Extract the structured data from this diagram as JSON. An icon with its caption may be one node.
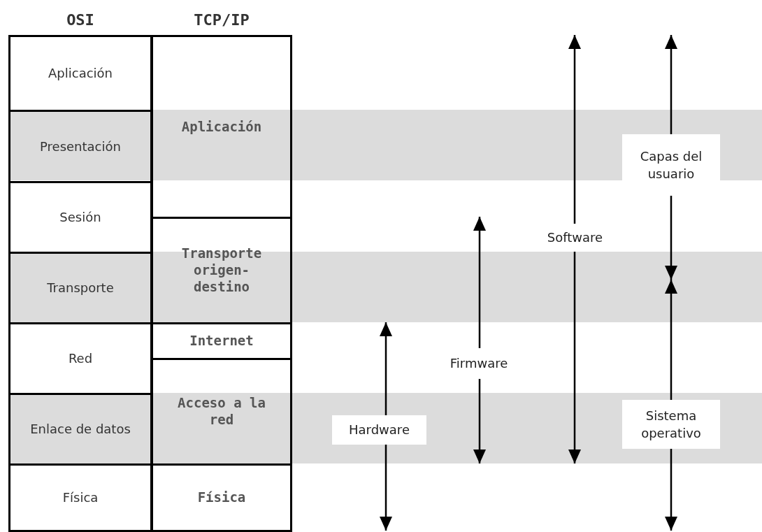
{
  "diagram": {
    "nodes": [
      {
        "text": [
          "OSI"
        ]
      },
      {
        "text": [
          "Aplicación"
        ],
        "in": 0
      },
      {
        "text": [
          "Presentación"
        ],
        "in": 0
      },
      {
        "text": [
          "Sesión"
        ],
        "in": 0
      },
      {
        "text": [
          "Transporte"
        ],
        "in": 0
      },
      {
        "text": [
          "Red"
        ],
        "in": 0
      },
      {
        "text": [
          "Enlace de datos"
        ],
        "in": 0
      },
      {
        "text": [
          "Física"
        ],
        "in": 0
      },
      {
        "text": [
          "TCP/IP"
        ]
      },
      {
        "text": [
          "Aplicación"
        ],
        "in": 8
      },
      {
        "text": [
          "Transporte origen- destino"
        ],
        "in": 8
      },
      {
        "text": [
          "Internet"
        ],
        "in": 8
      },
      {
        "text": [
          "Acceso a la red"
        ],
        "in": 8
      },
      {
        "text": [
          "Física"
        ],
        "in": 8
      },
      {
        "text": [
          "Capas del usuario"
        ]
      },
      {
        "text": [
          "Software"
        ]
      },
      {
        "text": [
          "Firmware"
        ]
      },
      {
        "text": [
          "Hardware"
        ]
      },
      {
        "text": [
          "Sistema operativo"
        ]
      }
    ]
  }
}
